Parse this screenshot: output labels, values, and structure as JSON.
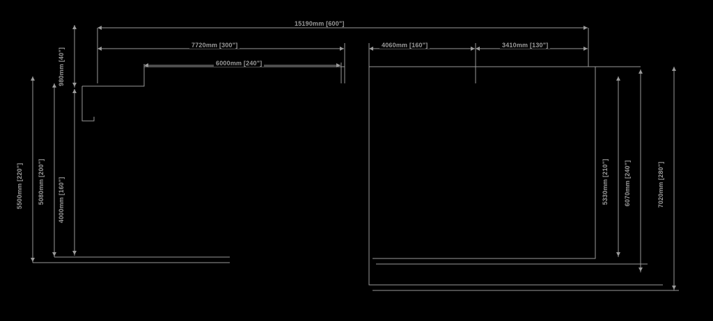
{
  "drawing": {
    "kind": "dimensioned-floor-plan",
    "background_color": "#000000",
    "line_color": "#9a9a9a",
    "text_color": "#9a9a9a",
    "units_note": "mm with bracketed inch equivalents",
    "horizontal_dimensions": [
      {
        "id": "overall-width",
        "label": "15190mm [600\"]"
      },
      {
        "id": "left-span",
        "label": "7720mm [300\"]"
      },
      {
        "id": "left-inner-span",
        "label": "6000mm [240\"]"
      },
      {
        "id": "right-mid-span",
        "label": "4060mm [160\"]"
      },
      {
        "id": "right-end-span",
        "label": "3410mm [130\"]"
      }
    ],
    "vertical_dimensions_left": [
      {
        "id": "left-overall-height",
        "label": "5500mm [220\"]"
      },
      {
        "id": "left-second-height",
        "label": "5080mm [200\"]"
      },
      {
        "id": "left-third-height",
        "label": "4000mm [160\"]"
      },
      {
        "id": "left-notch-height",
        "label": "980mm [40\"]"
      }
    ],
    "vertical_dimensions_right": [
      {
        "id": "right-inner-height",
        "label": "5330mm [210\"]"
      },
      {
        "id": "right-middle-height",
        "label": "6070mm [240\"]"
      },
      {
        "id": "right-overall-height",
        "label": "7020mm [280\"]"
      }
    ]
  }
}
